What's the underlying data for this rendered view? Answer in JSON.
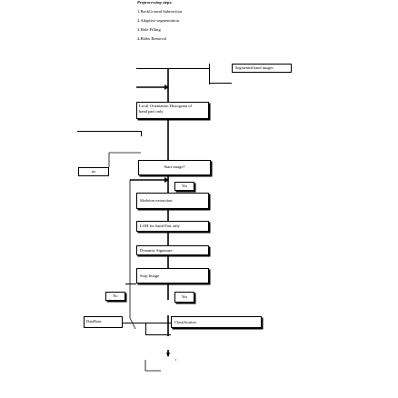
{
  "diagram": {
    "preprocessing": {
      "title": "Preprocessing steps:",
      "steps": [
        "1.BackGround Subtraction",
        "2.Adaptive segmentation",
        "3.Hole Filling",
        "4.Blobs Removal"
      ]
    },
    "segmented_hand_images": "Segmented hand images",
    "local_orientation": {
      "line1": "Local Orientation Histogram of",
      "line2": "hand part only"
    },
    "no_1": "no",
    "start_image": "Start image?",
    "yes_1": "Yes",
    "skeleton_extraction": "Skeleton extraction",
    "loh_hand_part": "LOH for hand Part only",
    "dynamic_signature": "Dynamic Signature",
    "stop_image": "Stop Image",
    "no_2": "No",
    "yes_2": "Yes",
    "database": "DataBase",
    "classification": "Classification"
  }
}
